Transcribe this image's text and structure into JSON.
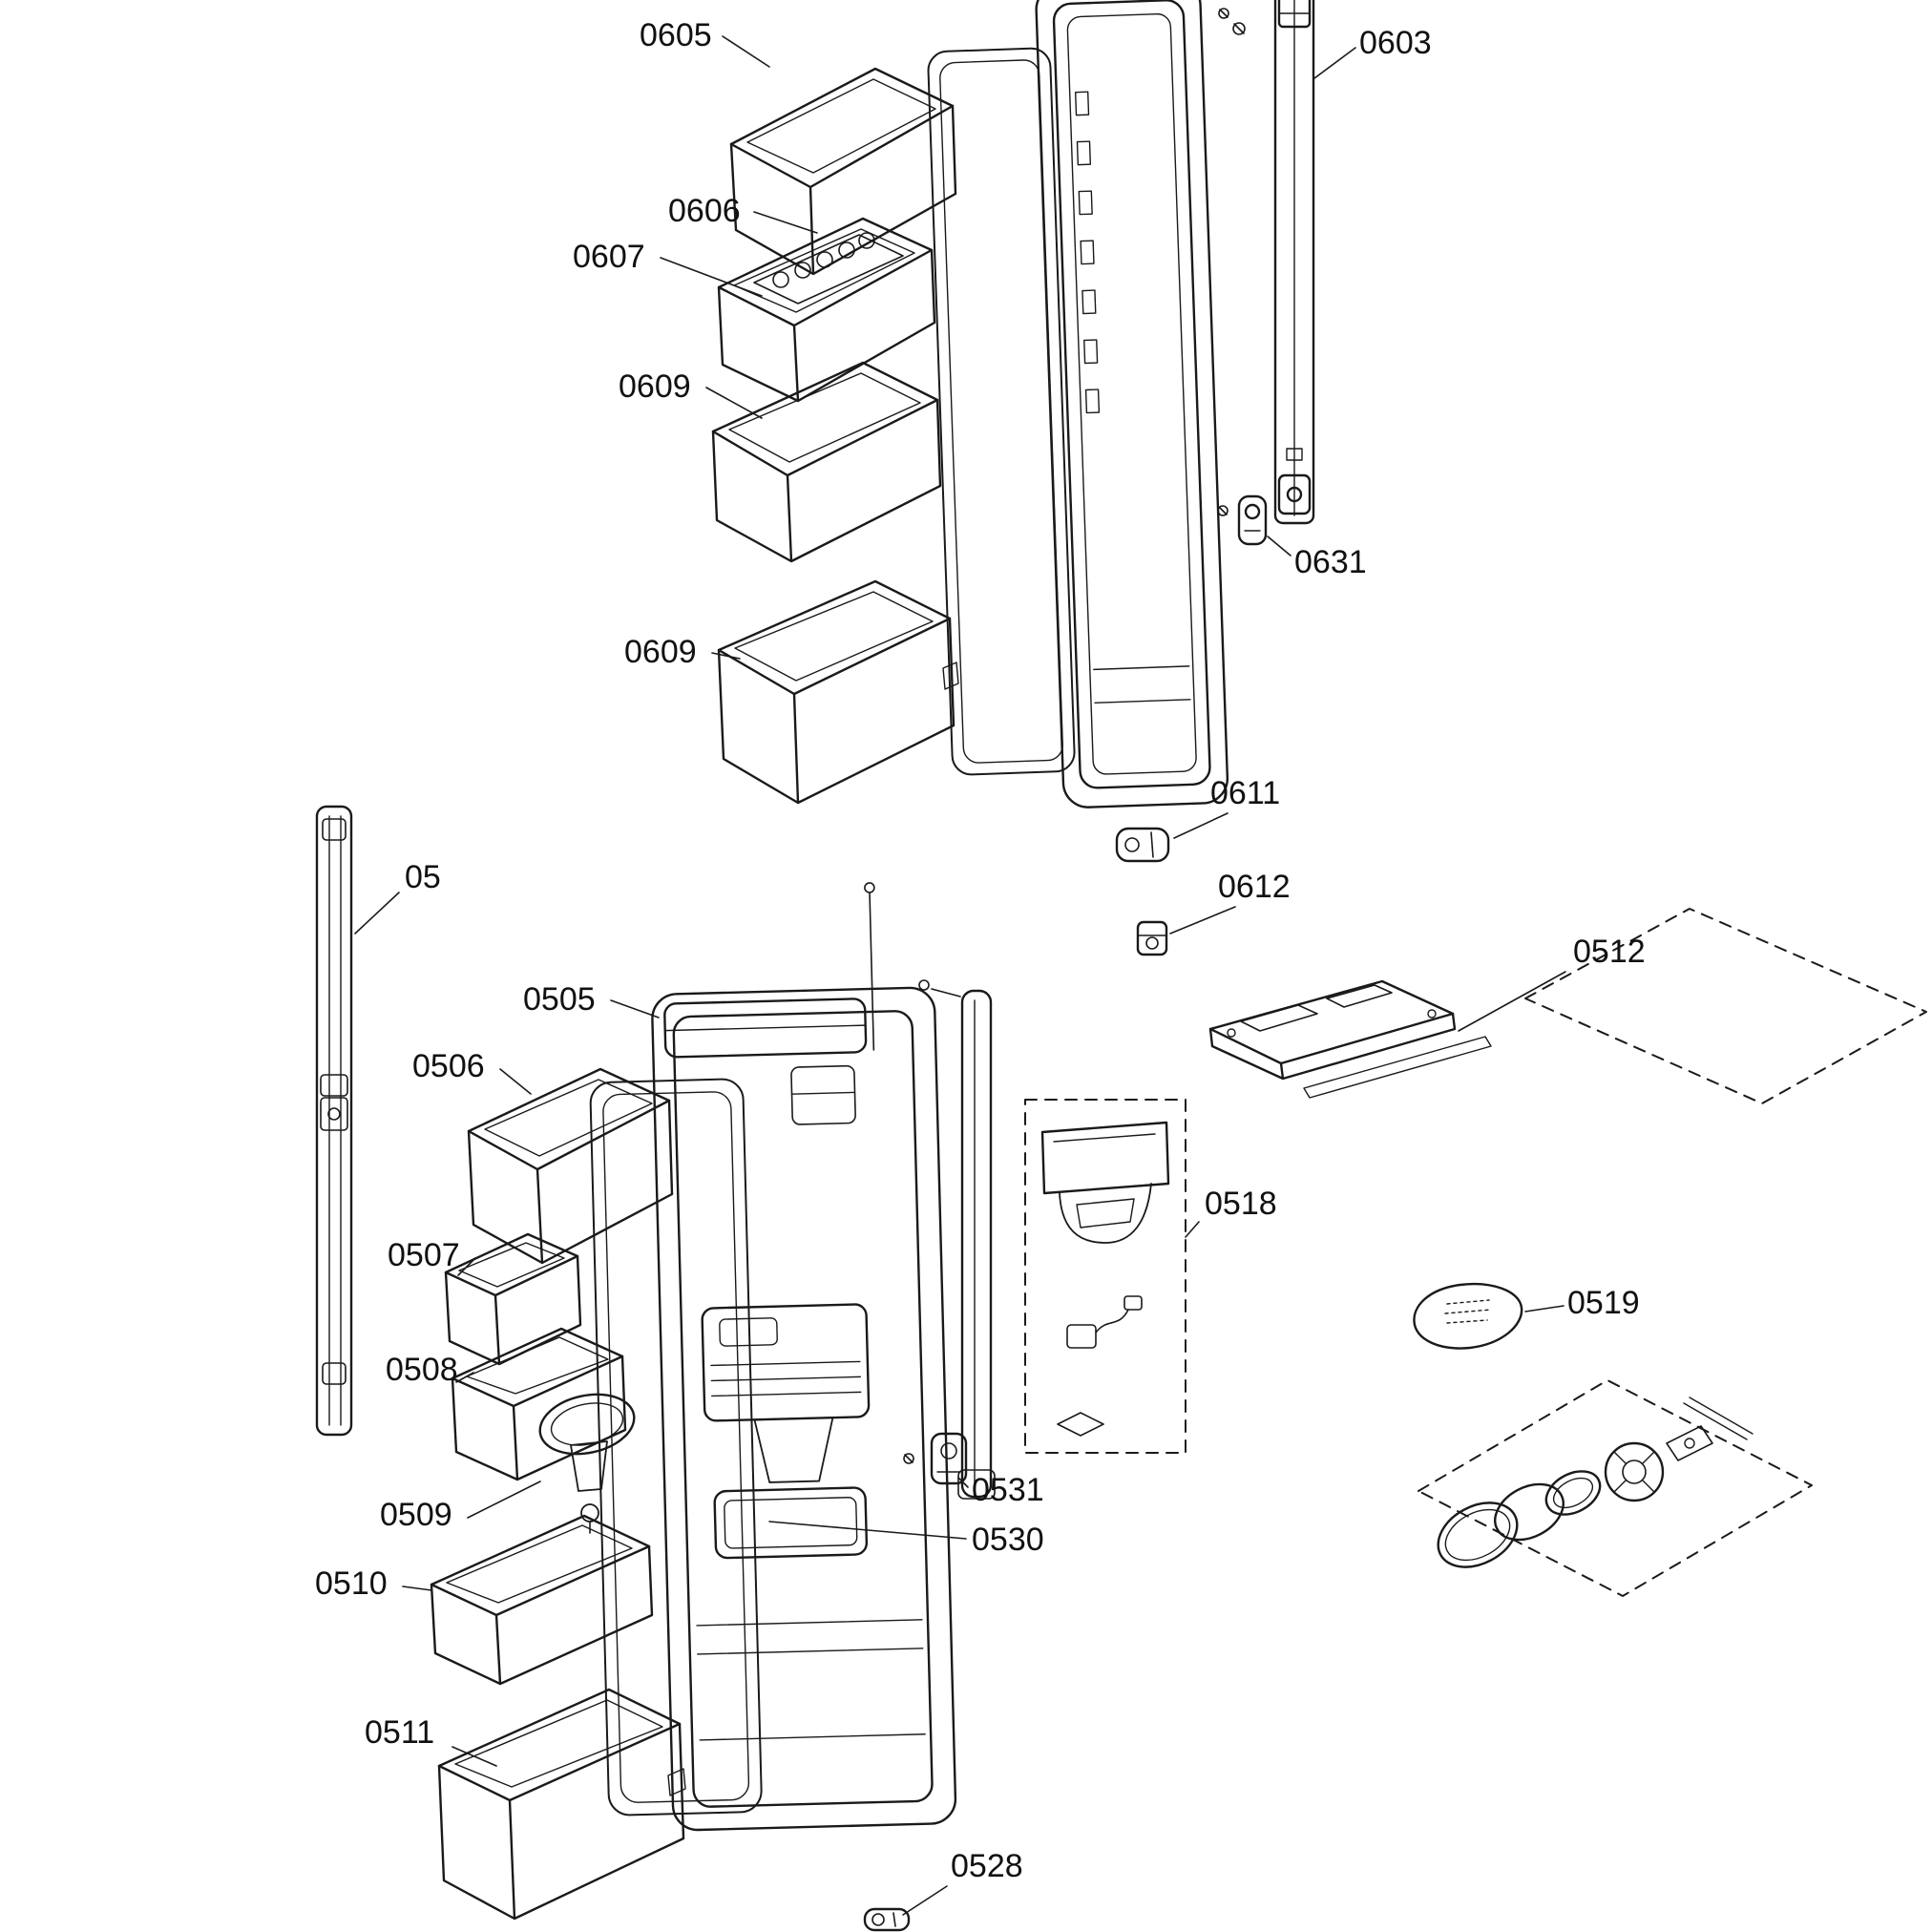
{
  "diagram": {
    "kind": "exploded-parts-diagram",
    "background_color": "#ffffff",
    "line_color": "#1a1a1a",
    "label_color": "#111111",
    "labels": {
      "p0605": "0605",
      "p0606": "0606",
      "p0607": "0607",
      "p0609a": "0609",
      "p0609b": "0609",
      "p0603": "0603",
      "p0631": "0631",
      "p0611": "0611",
      "p0612": "0612",
      "p0512": "0512",
      "p05xx": "05",
      "p0505": "0505",
      "p0506": "0506",
      "p0507": "0507",
      "p0508": "0508",
      "p0509": "0509",
      "p0510": "0510",
      "p0511": "0511",
      "p0518": "0518",
      "p0519": "0519",
      "p0531": "0531",
      "p0530": "0530",
      "p0528": "0528"
    }
  }
}
